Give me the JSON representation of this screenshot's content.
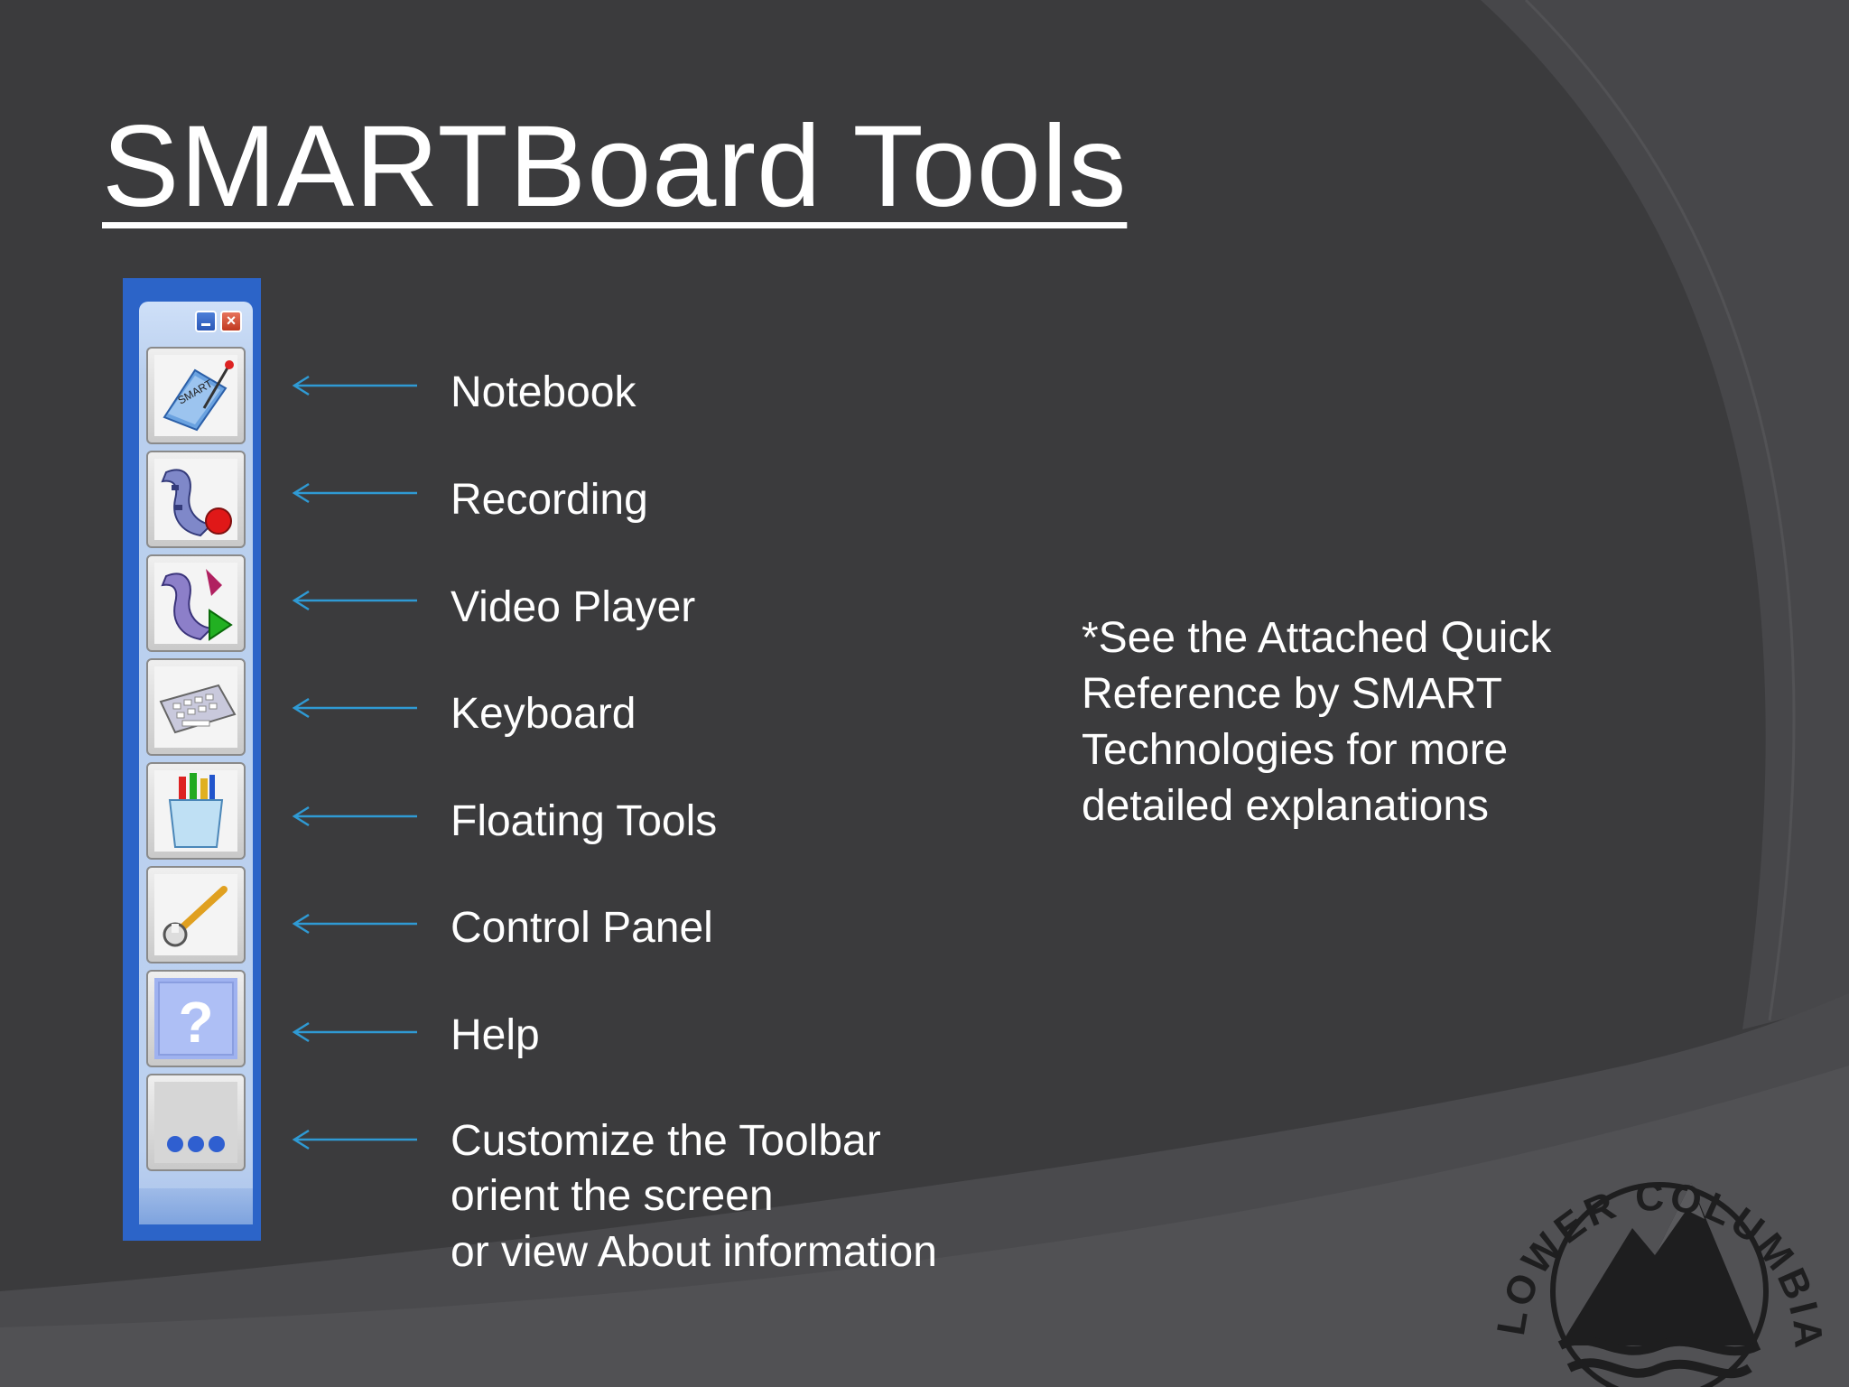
{
  "slide": {
    "title": "SMARTBoard Tools",
    "note": "*See the Attached Quick Reference by SMART Technologies for more detailed explanations"
  },
  "toolbar": {
    "close_glyph": "×",
    "tools": [
      {
        "icon": "notebook-icon",
        "label": "Notebook"
      },
      {
        "icon": "recording-icon",
        "label": "Recording"
      },
      {
        "icon": "video-player-icon",
        "label": "Video Player"
      },
      {
        "icon": "keyboard-icon",
        "label": "Keyboard"
      },
      {
        "icon": "floating-tools-icon",
        "label": "Floating Tools"
      },
      {
        "icon": "control-panel-icon",
        "label": "Control Panel"
      },
      {
        "icon": "help-icon",
        "label": "Help"
      },
      {
        "icon": "more-icon",
        "label": "Customize the Toolbar",
        "label_2": "orient the screen",
        "label_3": "or view About information"
      }
    ],
    "help_glyph": "?"
  },
  "logo": {
    "text": "LOWER COLUMBIA COLLEGE"
  },
  "colors": {
    "background": "#3b3b3d",
    "arrow": "#2f9ad4",
    "toolbar_frame": "#2c64c8"
  }
}
